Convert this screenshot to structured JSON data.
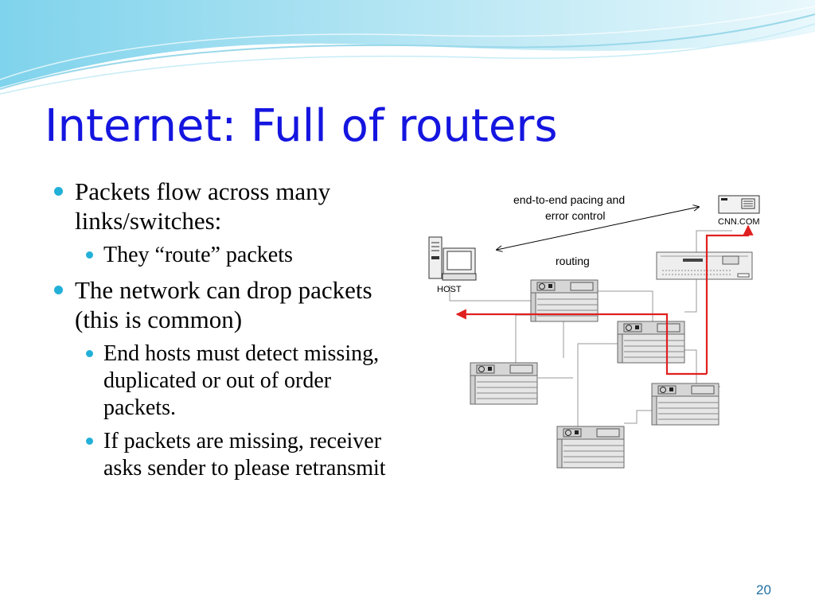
{
  "slide": {
    "title": "Internet: Full of routers",
    "bullets": [
      {
        "text": "Packets flow across many links/switches:",
        "sub": [
          "They “route” packets"
        ]
      },
      {
        "text": "The network can drop packets (this is common)",
        "sub": [
          "End hosts must detect missing, duplicated or out of order packets.",
          "If packets are missing, receiver asks sender to please retransmit"
        ]
      }
    ],
    "page_number": "20"
  },
  "diagram": {
    "label_pacing_line1": "end-to-end pacing and",
    "label_pacing_line2": "error control",
    "label_server": "CNN.COM",
    "label_routing": "routing",
    "label_host": "HOST",
    "path_color": "#e02020",
    "accent_color": "#22b0d8"
  }
}
